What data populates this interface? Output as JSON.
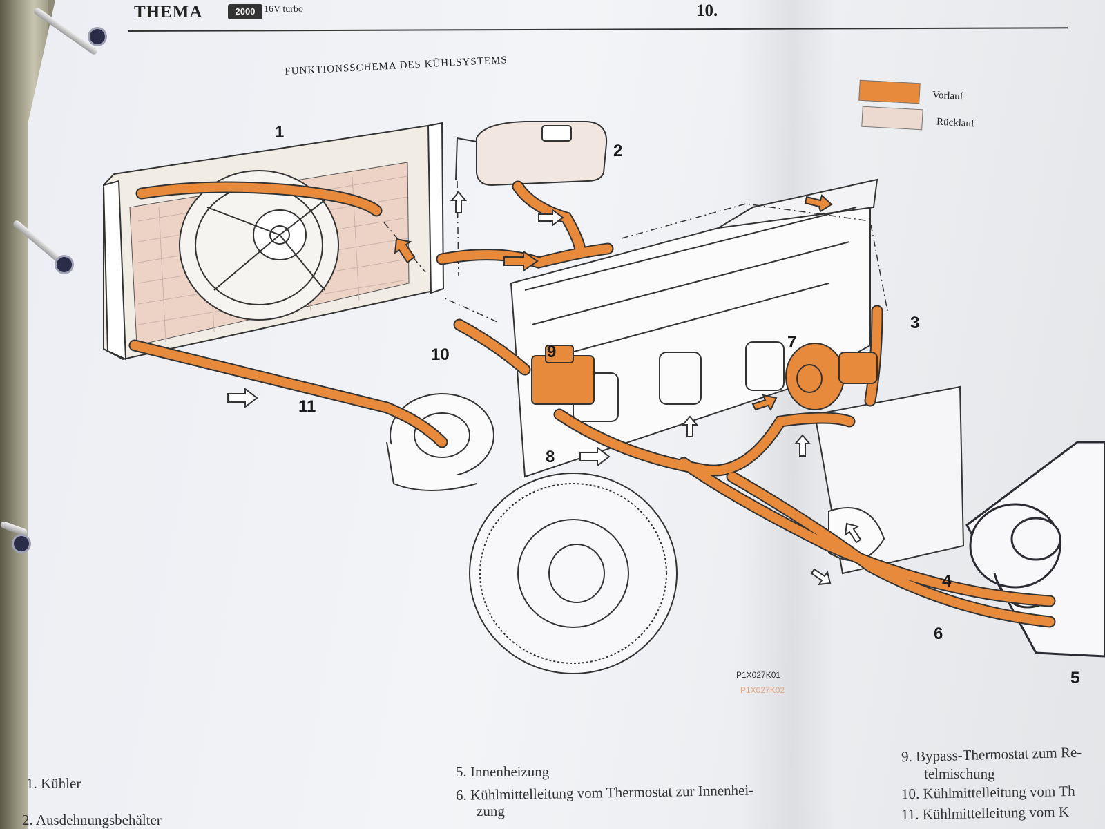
{
  "header": {
    "title": "THEMA",
    "badge": "2000",
    "subtitle": "16V turbo",
    "section_number": "10."
  },
  "diagram": {
    "title": "FUNKTIONSSCHEMA DES KÜHLSYSTEMS",
    "legend": {
      "flow_label": "Vorlauf",
      "return_label": "Rücklauf",
      "flow_color": "#e88a3c",
      "return_color": "#ecd9d0"
    },
    "callouts": [
      "1",
      "2",
      "3",
      "4",
      "5",
      "6",
      "7",
      "8",
      "9",
      "10",
      "11"
    ],
    "drawing_codes": [
      "P1X027K01",
      "P1X027K02"
    ]
  },
  "parts_list": {
    "items": [
      "1.  Kühler",
      "2.  Ausdehnungsbehälter",
      "5.  Innenheizung",
      "6.  Kühlmittelleitung vom Thermostat zur Innenhei-",
      "zung",
      "9.  Bypass-Thermostat zum Re-",
      "telmischung",
      "10.  Kühlmittelleitung vom Th",
      "11.  Kühlmittelleitung vom K"
    ]
  },
  "colors": {
    "hose_orange": "#e88a3c",
    "line_art": "#333333",
    "paper": "#f0f1f4"
  }
}
